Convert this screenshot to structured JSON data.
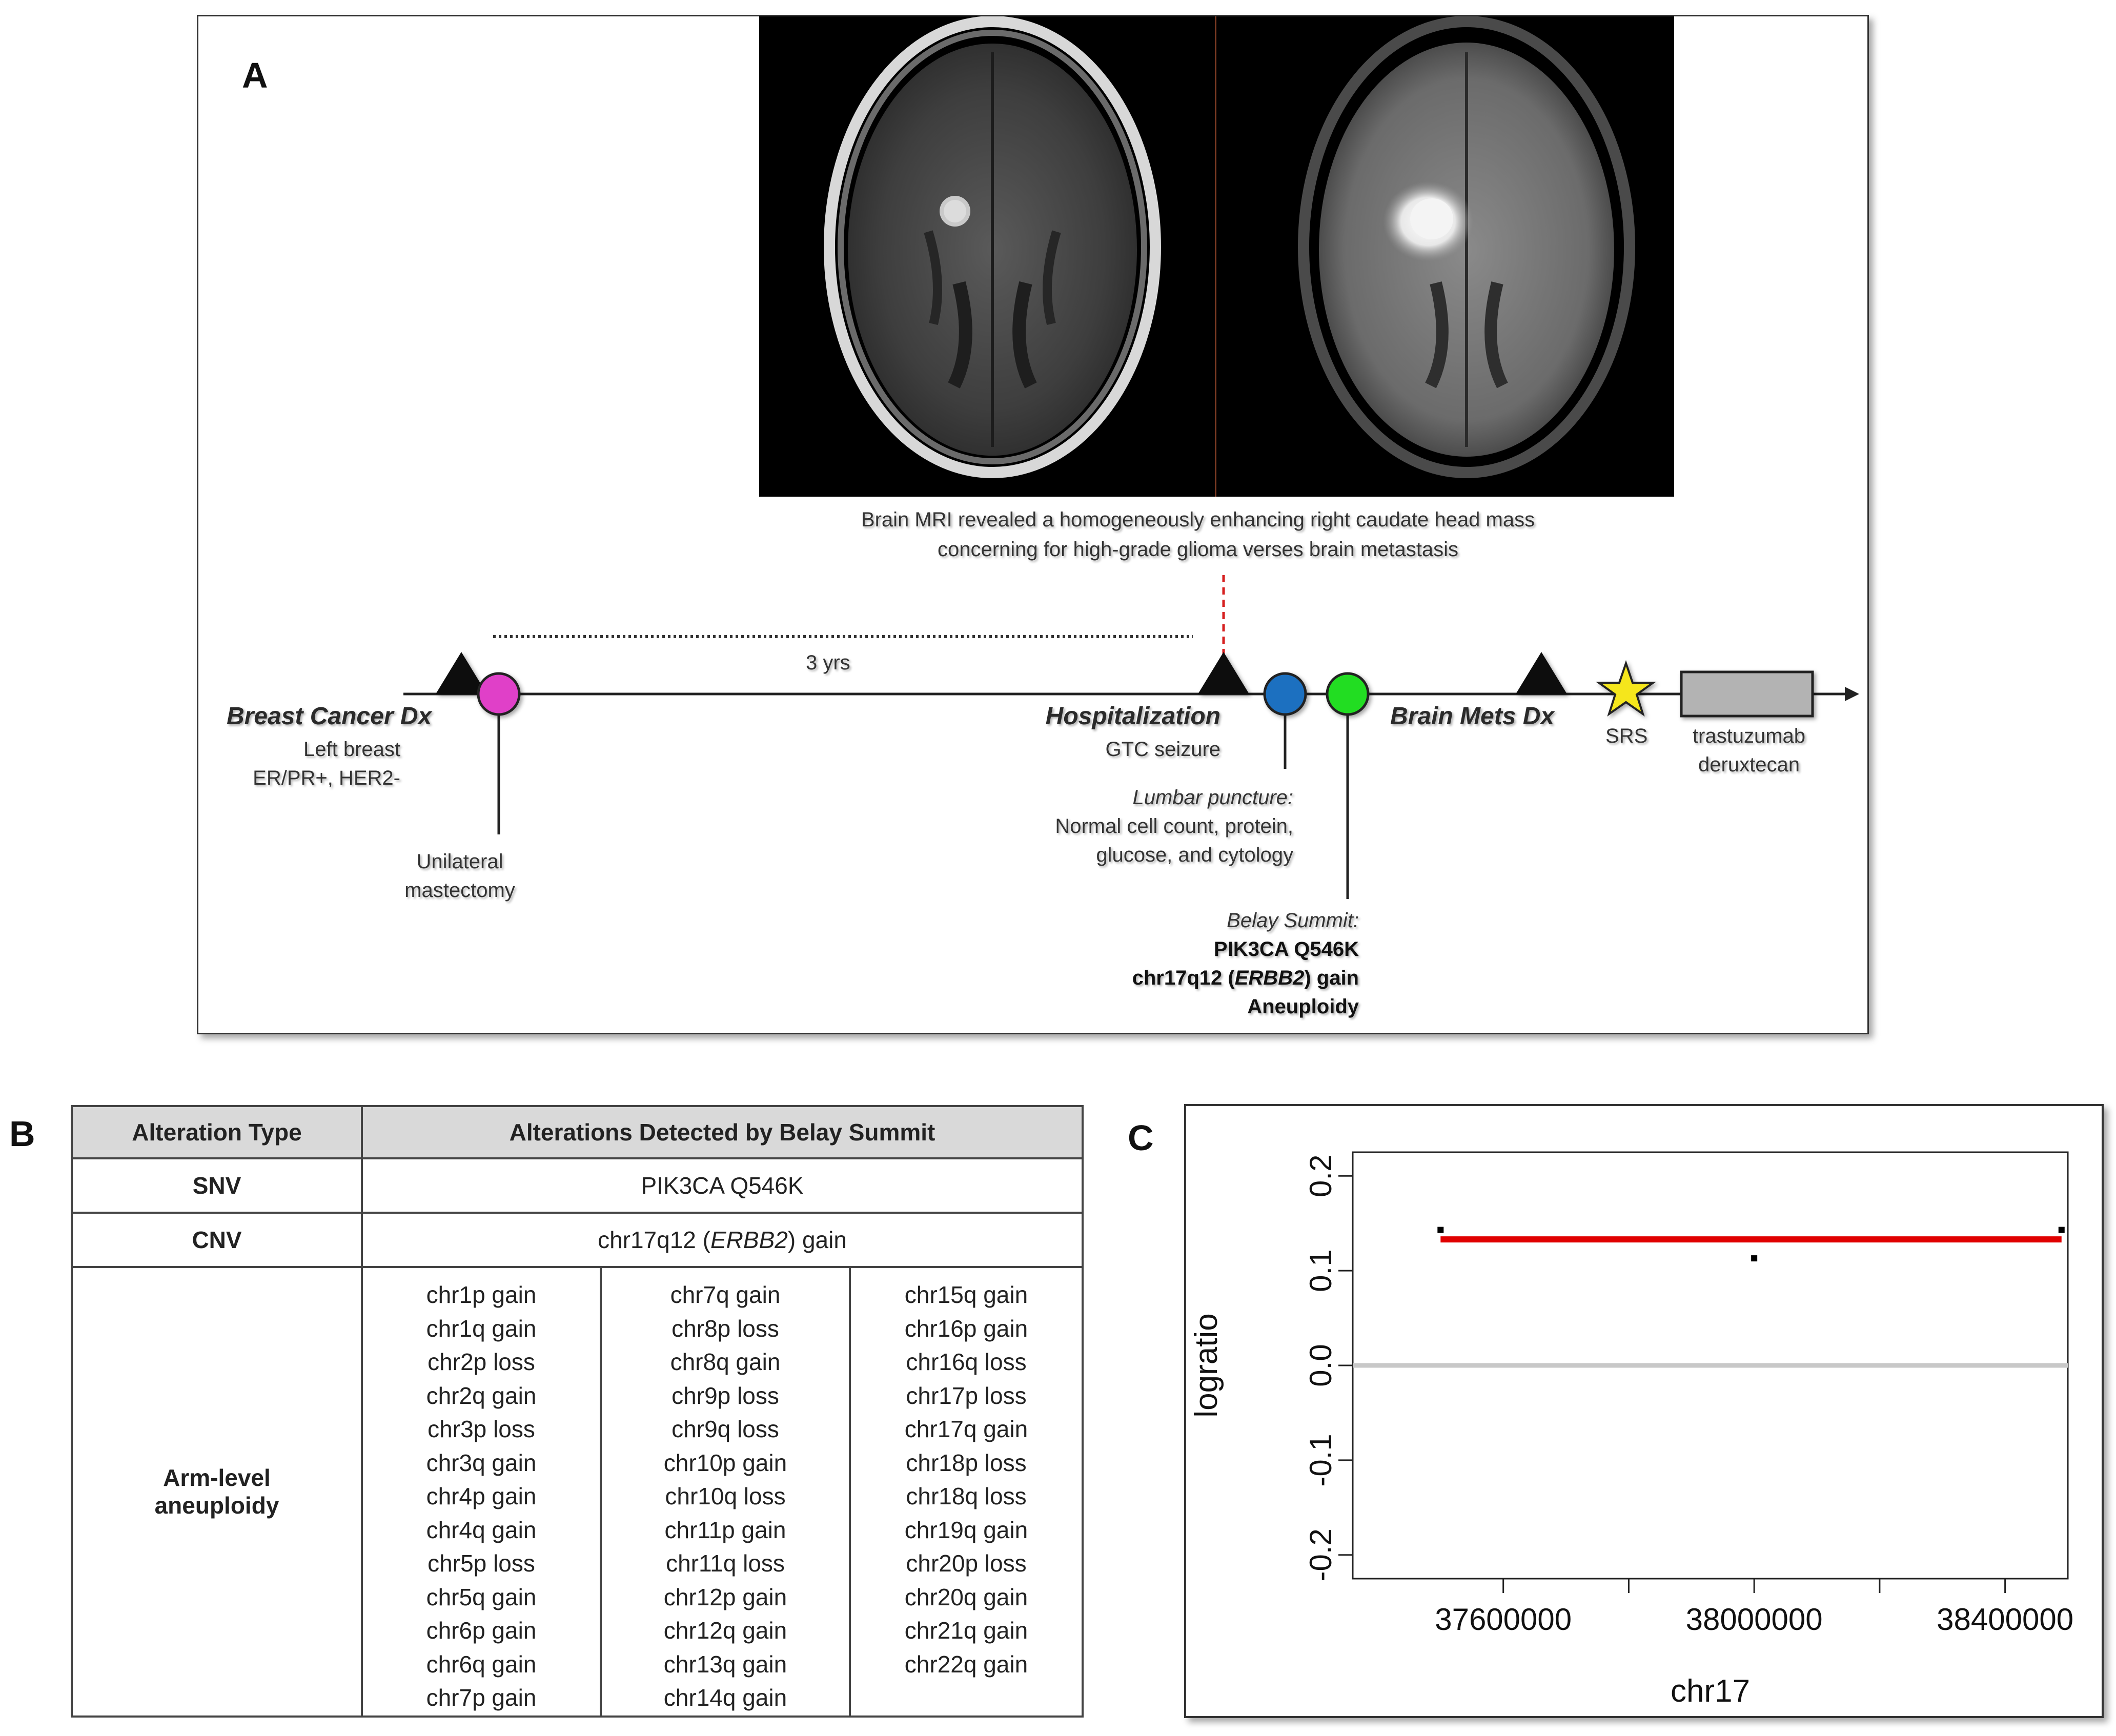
{
  "panels": {
    "a": "A",
    "b": "B",
    "c": "C"
  },
  "panel_a": {
    "caption_line1": "Brain MRI revealed a homogeneously enhancing right caudate head mass",
    "caption_line2": "concerning for high-grade glioma verses brain metastasis",
    "interval_label": "3 yrs",
    "events": {
      "breast_dx": {
        "title": "Breast Cancer Dx",
        "line1": "Left breast",
        "line2": "ER/PR+, HER2-"
      },
      "mastectomy": {
        "line1": "Unilateral",
        "line2": "mastectomy"
      },
      "hospitalization": {
        "title": "Hospitalization",
        "line1": "GTC seizure"
      },
      "lumbar": {
        "title": "Lumbar puncture:",
        "line1": "Normal cell count, protein,",
        "line2": "glucose, and cytology"
      },
      "belay": {
        "title": "Belay Summit:",
        "line1": "PIK3CA Q546K",
        "line2_a": "chr17q12 (",
        "line2_gene": "ERBB2",
        "line2_b": ") gain",
        "line3": "Aneuploidy"
      },
      "brain_mets": {
        "title": "Brain Mets Dx"
      },
      "srs": {
        "label": "SRS"
      },
      "treatment": {
        "line1": "trastuzumab",
        "line2": "deruxtecan"
      }
    },
    "colors": {
      "mastectomy_marker": "#e040c8",
      "lumbar_marker": "#1f6fc0",
      "belay_marker": "#22dd22",
      "srs_star": "#f5e61a",
      "treatment_bar": "#b3b3b3",
      "mri_divider": "#7a3a22"
    }
  },
  "panel_b": {
    "headers": [
      "Alteration Type",
      "Alterations Detected by Belay Summit"
    ],
    "snv": {
      "type": "SNV",
      "value": "PIK3CA Q546K"
    },
    "cnv": {
      "type": "CNV",
      "value_a": "chr17q12 (",
      "value_gene": "ERBB2",
      "value_b": ") gain"
    },
    "arm": {
      "type_line1": "Arm-level",
      "type_line2": "aneuploidy",
      "columns": [
        [
          "chr1p gain",
          "chr1q gain",
          "chr2p loss",
          "chr2q gain",
          "chr3p loss",
          "chr3q gain",
          "chr4p gain",
          "chr4q gain",
          "chr5p loss",
          "chr5q gain",
          "chr6p gain",
          "chr6q gain",
          "chr7p gain"
        ],
        [
          "chr7q gain",
          "chr8p loss",
          "chr8q gain",
          "chr9p loss",
          "chr9q loss",
          "chr10p gain",
          "chr10q loss",
          "chr11p gain",
          "chr11q loss",
          "chr12p gain",
          "chr12q gain",
          "chr13q gain",
          "chr14q gain"
        ],
        [
          "chr15q gain",
          "chr16p gain",
          "chr16q loss",
          "chr17p loss",
          "chr17q gain",
          "chr18p loss",
          "chr18q loss",
          "chr19q gain",
          "chr20p loss",
          "chr20q gain",
          "chr21q gain",
          "chr22q gain"
        ]
      ]
    }
  },
  "chart_data": {
    "type": "scatter",
    "xlabel": "chr17",
    "ylabel": "logratio",
    "xlim": [
      37360000,
      38500000
    ],
    "ylim": [
      -0.225,
      0.225
    ],
    "xticks": [
      37600000,
      37800000,
      38000000,
      38200000,
      38400000
    ],
    "xtick_labels": [
      "37600000",
      "",
      "38000000",
      "",
      "38400000"
    ],
    "yticks": [
      -0.2,
      -0.1,
      0.0,
      0.1,
      0.2
    ],
    "ytick_labels": [
      "-0.2",
      "-0.1",
      "0.0",
      "0.1",
      "0.2"
    ],
    "points": [
      {
        "x": 37500000,
        "y": 0.143
      },
      {
        "x": 38000000,
        "y": 0.113
      },
      {
        "x": 38490000,
        "y": 0.143
      }
    ],
    "segment": {
      "x0": 37500000,
      "x1": 38490000,
      "y": 0.133,
      "color": "#e00000"
    },
    "baseline": {
      "y": 0.0,
      "color": "#c8c8c8"
    }
  }
}
